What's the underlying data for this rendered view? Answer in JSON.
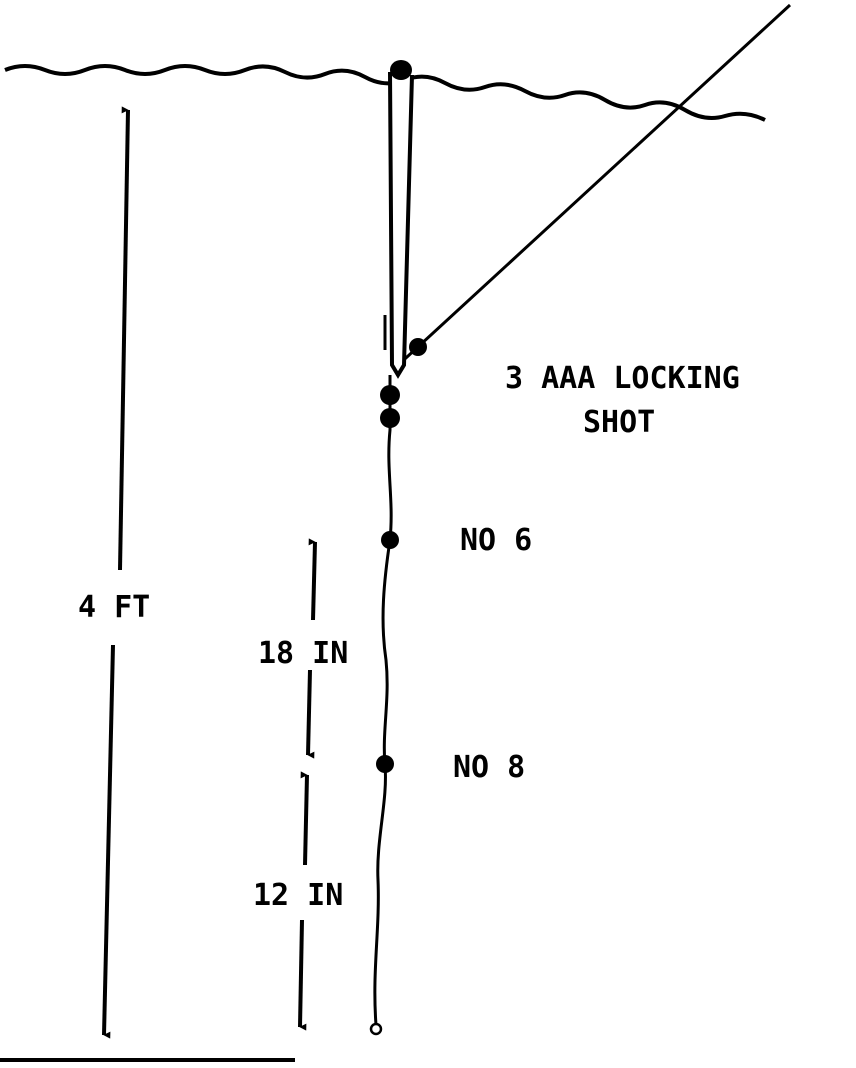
{
  "labels": {
    "locking_shot_line1": "3 AAA LOCKING",
    "locking_shot_line2": "SHOT",
    "shot_no6": "NO 6",
    "shot_no8": "NO 8",
    "depth_total": "4 FT",
    "spacing_upper": "18 IN",
    "spacing_lower": "12 IN"
  },
  "colors": {
    "ink": "#000000",
    "background": "#ffffff"
  }
}
